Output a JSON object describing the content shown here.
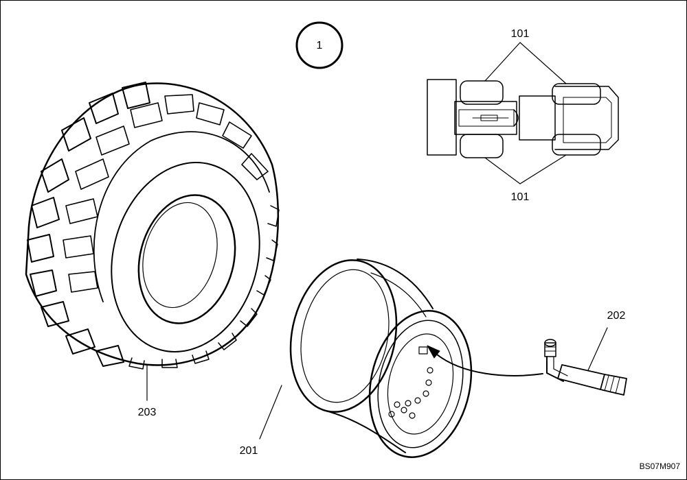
{
  "figure": {
    "index": "1",
    "callouts": {
      "position_top": "101",
      "position_bottom": "101",
      "tyre": "203",
      "rim": "201",
      "valve": "202"
    },
    "drawing_code": "BS07M907"
  }
}
